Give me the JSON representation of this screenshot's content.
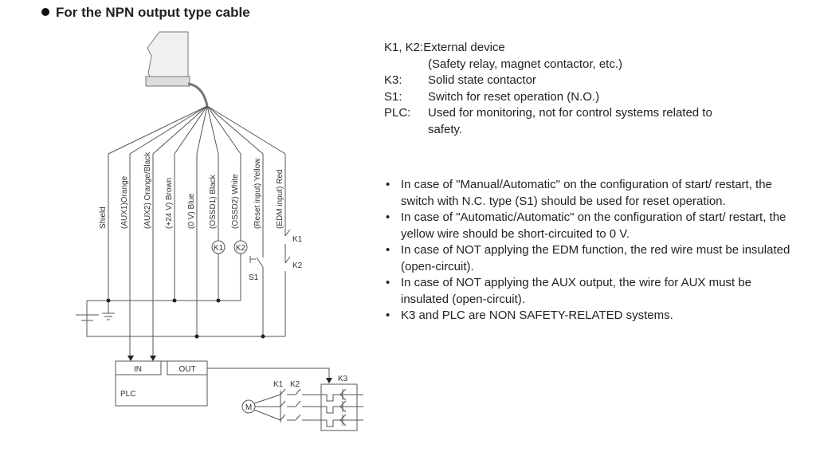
{
  "title": "For the NPN output type cable",
  "wires": [
    "Shield",
    "(AUX1)Orange",
    "(AUX2) Orange/Black",
    "(+24 V) Brown",
    "(0 V) Blue",
    "(OSSD1) Black",
    "(OSSD2) White",
    "(Reset input) Yellow",
    "(EDM input) Red"
  ],
  "labels": {
    "k1": "K1",
    "k2": "K2",
    "s1": "S1",
    "k3": "K3",
    "plc": "PLC",
    "in": "IN",
    "out": "OUT",
    "motor": "M"
  },
  "legend": [
    {
      "key": "K1, K2:",
      "text": "External device",
      "sub": "(Safety relay, magnet contactor, etc.)"
    },
    {
      "key": "K3:",
      "text": "Solid state contactor"
    },
    {
      "key": "S1:",
      "text": "Switch for reset operation (N.O.)"
    },
    {
      "key": "PLC:",
      "text": "Used for monitoring, not for control systems related to",
      "sub": "safety."
    }
  ],
  "notes": [
    "In case of \"Manual/Automatic\" on the configuration of start/ restart, the switch with N.C. type (S1) should be used for reset operation.",
    "In case of \"Automatic/Automatic\" on the configuration of start/ restart, the yellow wire should be short-circuited to 0 V.",
    "In case of NOT applying the EDM function, the red wire must be insulated (open-circuit).",
    "In case of NOT applying the AUX output, the wire for AUX must be insulated (open-circuit).",
    "K3 and PLC are NON SAFETY-RELATED systems."
  ]
}
